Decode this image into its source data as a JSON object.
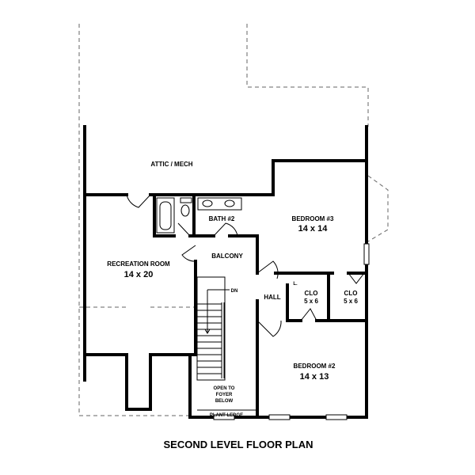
{
  "title": "SECOND LEVEL FLOOR PLAN",
  "rooms": {
    "attic": {
      "name": "ATTIC / MECH"
    },
    "bath2": {
      "name": "BATH #2"
    },
    "bedroom3": {
      "name": "BEDROOM #3",
      "size": "14 x 14"
    },
    "recreation": {
      "name": "RECREATION ROOM",
      "size": "14 x 20"
    },
    "balcony": {
      "name": "BALCONY"
    },
    "hall": {
      "name": "HALL"
    },
    "linen": {
      "name": "L."
    },
    "closet1": {
      "name": "CLO",
      "size": "5 x 6"
    },
    "closet2": {
      "name": "CLO",
      "size": "5 x 6"
    },
    "stairs": {
      "name": "DN"
    },
    "open": {
      "line1": "OPEN TO",
      "line2": "FOYER",
      "line3": "BELOW"
    },
    "bedroom2": {
      "name": "BEDROOM #2",
      "size": "14 x 13"
    },
    "plant_ledge": {
      "name": "PLANT LEDGE"
    }
  }
}
